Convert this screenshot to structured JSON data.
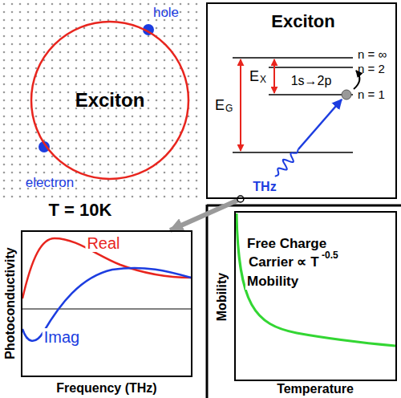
{
  "diagram": {
    "nodes": [
      {
        "text": [
          "Exciton"
        ]
      },
      {
        "text": [
          "Exciton"
        ]
      },
      {
        "text": [
          "Real",
          "Imag"
        ]
      },
      {
        "text": [
          "Free Charge",
          "Carrier ∝ T",
          "-0.5",
          "Mobility"
        ]
      }
    ],
    "edges": [
      {
        "from": 1,
        "to": 2,
        "arrow": "to"
      }
    ],
    "labels": [
      "hole",
      "electron",
      "T = 10K",
      "n = ∞",
      "n = 2",
      "n = 1",
      "E",
      "G",
      "E",
      "X",
      "1s→2p",
      "THz",
      "Photoconductivity",
      "Frequency (THz)",
      "Mobility",
      "Temperature"
    ]
  }
}
